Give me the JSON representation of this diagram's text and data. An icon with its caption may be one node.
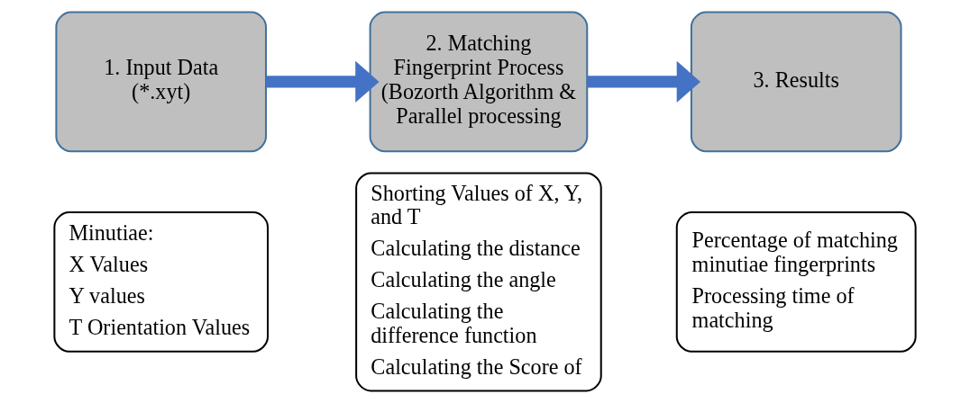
{
  "diagram": {
    "nodes": [
      {
        "text": [
          "1. Input Data (*.xyt)"
        ]
      },
      {
        "text": [
          "Minutiae:",
          "X Values",
          "Y values",
          "T Orientation Values"
        ]
      },
      {
        "text": [
          "2. Matching Fingerprint Process (Bozorth Algorithm & Parallel processing"
        ]
      },
      {
        "text": [
          "Shorting Values of X, Y, and T",
          "Calculating the distance",
          "Calculating the angle",
          "Calculating the difference function",
          "Calculating the Score of"
        ]
      },
      {
        "text": [
          "3. Results"
        ]
      },
      {
        "text": [
          "Percentage of matching minutiae fingerprints",
          "Processing time of matching"
        ]
      }
    ],
    "edges": [
      {
        "from": 0,
        "to": 2,
        "arrow": "to",
        "color": "#4472c4"
      },
      {
        "from": 2,
        "to": 4,
        "arrow": "to",
        "color": "#4472c4"
      }
    ]
  }
}
